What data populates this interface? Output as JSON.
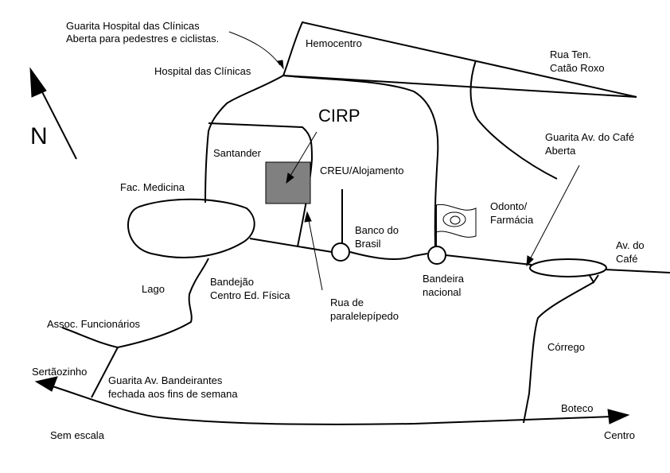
{
  "map": {
    "north_label": "N",
    "building_label": "CIRP",
    "scale_note": "Sem escala",
    "colors": {
      "line": "#000000",
      "building_fill": "#808080",
      "background": "#ffffff"
    },
    "labels": {
      "guarita_hc_1": "Guarita Hospital das Clínicas",
      "guarita_hc_2": "Aberta para pedestres e ciclistas.",
      "hemocentro": "Hemocentro",
      "hospital_clinicas": "Hospital das Clínicas",
      "rua_ten_1": "Rua Ten.",
      "rua_ten_2": "Catão Roxo",
      "santander": "Santander",
      "creu": "CREU/Alojamento",
      "guarita_cafe_1": "Guarita Av. do Café",
      "guarita_cafe_2": "Aberta",
      "fac_medicina": "Fac. Medicina",
      "odonto_1": "Odonto/",
      "odonto_2": "Farmácia",
      "banco_1": "Banco do",
      "banco_2": "Brasil",
      "av_cafe_1": "Av. do",
      "av_cafe_2": "Café",
      "lago": "Lago",
      "bandejao_1": "Bandejão",
      "bandejao_2": "Centro Ed. Física",
      "bandeira_1": "Bandeira",
      "bandeira_2": "nacional",
      "rua_para_1": "Rua de",
      "rua_para_2": "paralelepípedo",
      "assoc": "Assoc. Funcionários",
      "corrego": "Córrego",
      "sertaozinho": "Sertãozinho",
      "guarita_band_1": "Guarita Av. Bandeirantes",
      "guarita_band_2": "fechada aos fins de semana",
      "boteco": "Boteco",
      "centro": "Centro"
    }
  }
}
